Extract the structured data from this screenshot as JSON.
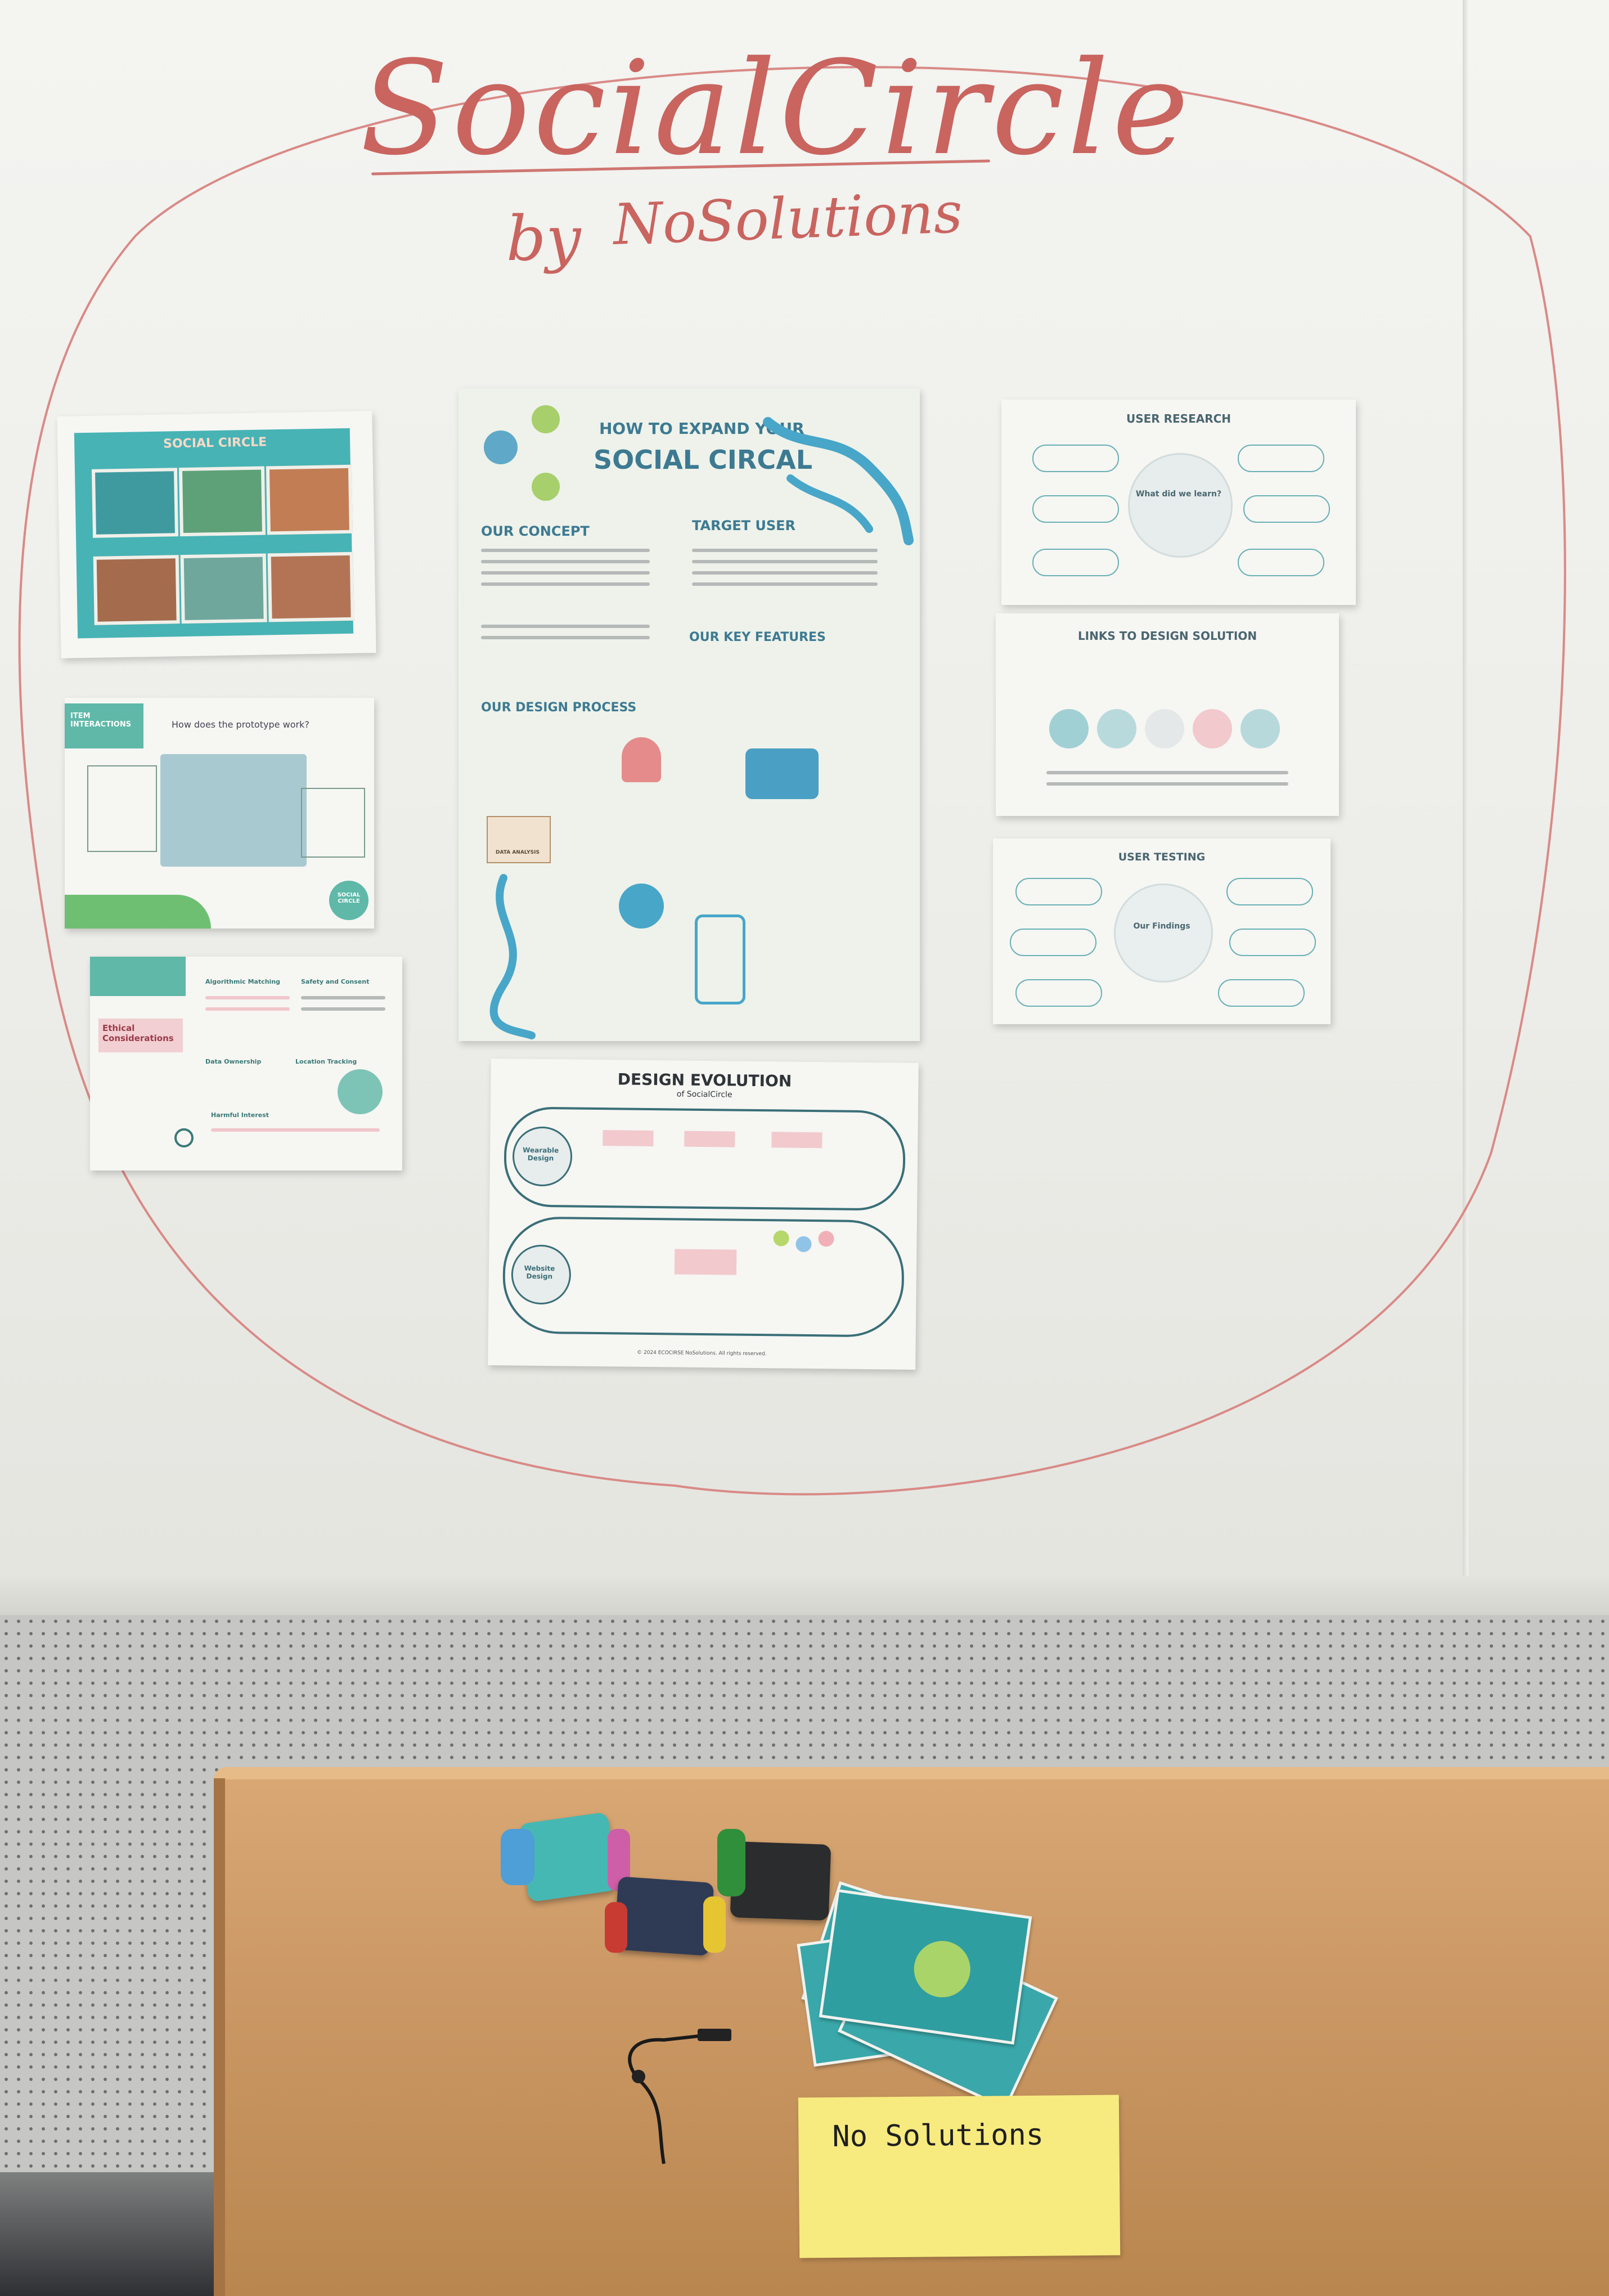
{
  "whiteboard": {
    "title": "SocialCircle",
    "by": "by",
    "team": "NoSolutions"
  },
  "posters": {
    "comic": {
      "title": "SOCIAL CIRCLE"
    },
    "prototype": {
      "tag": "ITEM INTERACTIONS",
      "question": "How does the prototype work?",
      "badge": "SOCIAL CIRCLE"
    },
    "ethics": {
      "label": "Ethical Considerations",
      "sections": [
        "Algorithmic Matching",
        "Safety and Consent",
        "Data Ownership",
        "Location Tracking",
        "Harmful Interest"
      ]
    },
    "main": {
      "title_line1": "HOW TO EXPAND YOUR",
      "title_line2": "SOCIAL CIRCAL",
      "sections": [
        "OUR CONCEPT",
        "TARGET USER",
        "OUR KEY FEATURES",
        "OUR DESIGN PROCESS"
      ],
      "data_analysis": "DATA ANALYSIS"
    },
    "user_research": {
      "title": "USER RESEARCH",
      "center": "What did we learn?"
    },
    "links": {
      "title": "LINKS TO DESIGN SOLUTION"
    },
    "user_testing": {
      "title": "USER TESTING",
      "center": "Our Findings"
    },
    "design_evolution": {
      "title": "DESIGN EVOLUTION",
      "subtitle": "of SocialCircle",
      "tracks": [
        "Wearable Design",
        "Website Design"
      ],
      "footer": "© 2024 ECOCIRSE NoSolutions. All rights reserved."
    }
  },
  "table": {
    "sticky_note": "No Solutions"
  },
  "colors": {
    "marker": "#c9645f",
    "teal": "#47b3b5",
    "table": "#cc9966",
    "sticky": "#f7ea7f"
  }
}
